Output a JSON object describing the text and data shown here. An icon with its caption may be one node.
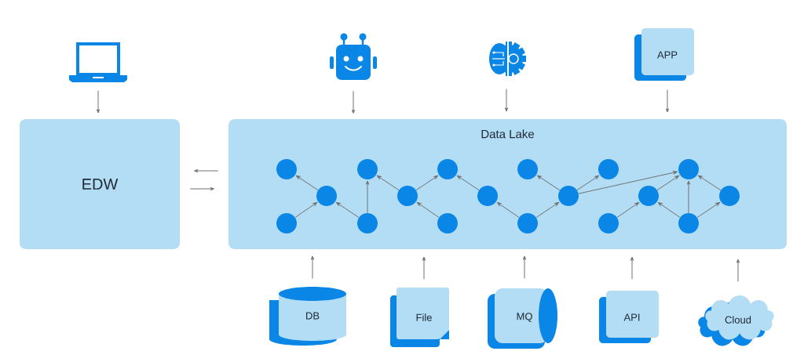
{
  "diagram": {
    "nodes": [
      {
        "text": [],
        "shape": "picture"
      },
      {
        "text": [
          "EDW"
        ]
      },
      {
        "text": [],
        "shape": "picture"
      },
      {
        "text": [],
        "shape": "picture"
      },
      {
        "text": [
          "APP"
        ]
      },
      {
        "text": [
          "Data Lake"
        ]
      },
      {
        "text": [],
        "shape": "circle",
        "in": 5
      },
      {
        "text": [],
        "shape": "circle",
        "in": 5
      },
      {
        "text": [],
        "shape": "circle",
        "in": 5
      },
      {
        "text": [],
        "shape": "circle",
        "in": 5
      },
      {
        "text": [],
        "shape": "circle",
        "in": 5
      },
      {
        "text": [],
        "shape": "circle",
        "in": 5
      },
      {
        "text": [],
        "shape": "circle",
        "in": 5
      },
      {
        "text": [],
        "shape": "circle",
        "in": 5
      },
      {
        "text": [],
        "shape": "circle",
        "in": 5
      },
      {
        "text": [],
        "shape": "circle",
        "in": 5
      },
      {
        "text": [],
        "shape": "circle",
        "in": 5
      },
      {
        "text": [],
        "shape": "circle",
        "in": 5
      },
      {
        "text": [],
        "shape": "circle",
        "in": 5
      },
      {
        "text": [],
        "shape": "circle",
        "in": 5
      },
      {
        "text": [],
        "shape": "circle",
        "in": 5
      },
      {
        "text": [],
        "shape": "circle",
        "in": 5
      },
      {
        "text": [],
        "shape": "circle",
        "in": 5
      },
      {
        "text": [],
        "shape": "circle",
        "in": 5
      },
      {
        "text": [
          "DB"
        ]
      },
      {
        "text": [
          "File"
        ]
      },
      {
        "text": [
          "MQ"
        ]
      },
      {
        "text": [
          "API"
        ]
      },
      {
        "text": [
          "Cloud"
        ]
      }
    ],
    "edges": [
      {
        "from": 0,
        "to": 1,
        "arrow": "to"
      },
      {
        "from": 2,
        "to": 5,
        "arrow": "to"
      },
      {
        "from": 3,
        "to": 5,
        "arrow": "to"
      },
      {
        "from": 4,
        "to": 5,
        "arrow": "to"
      },
      {
        "from": 5,
        "to": 1,
        "arrow": "to"
      },
      {
        "from": 1,
        "to": 5,
        "arrow": "to"
      },
      {
        "from": 24,
        "to": 5,
        "arrow": "to"
      },
      {
        "from": 25,
        "to": 5,
        "arrow": "to"
      },
      {
        "from": 26,
        "to": 5,
        "arrow": "to"
      },
      {
        "from": 27,
        "to": 5,
        "arrow": "to"
      },
      {
        "from": 28,
        "to": 5,
        "arrow": "to"
      },
      {
        "from": 7,
        "to": 8,
        "arrow": "to"
      },
      {
        "from": 8,
        "to": 6,
        "arrow": "to"
      },
      {
        "from": 10,
        "to": 8,
        "arrow": "to"
      },
      {
        "from": 10,
        "to": 9,
        "arrow": "to"
      },
      {
        "from": 11,
        "to": 9,
        "arrow": "to"
      },
      {
        "from": 11,
        "to": 12,
        "arrow": "to"
      },
      {
        "from": 13,
        "to": 11,
        "arrow": "to"
      },
      {
        "from": 14,
        "to": 12,
        "arrow": "to"
      },
      {
        "from": 16,
        "to": 14,
        "arrow": "to"
      },
      {
        "from": 16,
        "to": 17,
        "arrow": "to"
      },
      {
        "from": 17,
        "to": 15,
        "arrow": "to"
      },
      {
        "from": 17,
        "to": 18,
        "arrow": "to"
      },
      {
        "from": 17,
        "to": 21,
        "arrow": "to"
      },
      {
        "from": 19,
        "to": 20,
        "arrow": "to"
      },
      {
        "from": 20,
        "to": 21,
        "arrow": "to"
      },
      {
        "from": 22,
        "to": 21,
        "arrow": "to"
      },
      {
        "from": 22,
        "to": 20,
        "arrow": "to"
      },
      {
        "from": 22,
        "to": 23,
        "arrow": "to"
      },
      {
        "from": 23,
        "to": 21,
        "arrow": "to"
      }
    ]
  }
}
